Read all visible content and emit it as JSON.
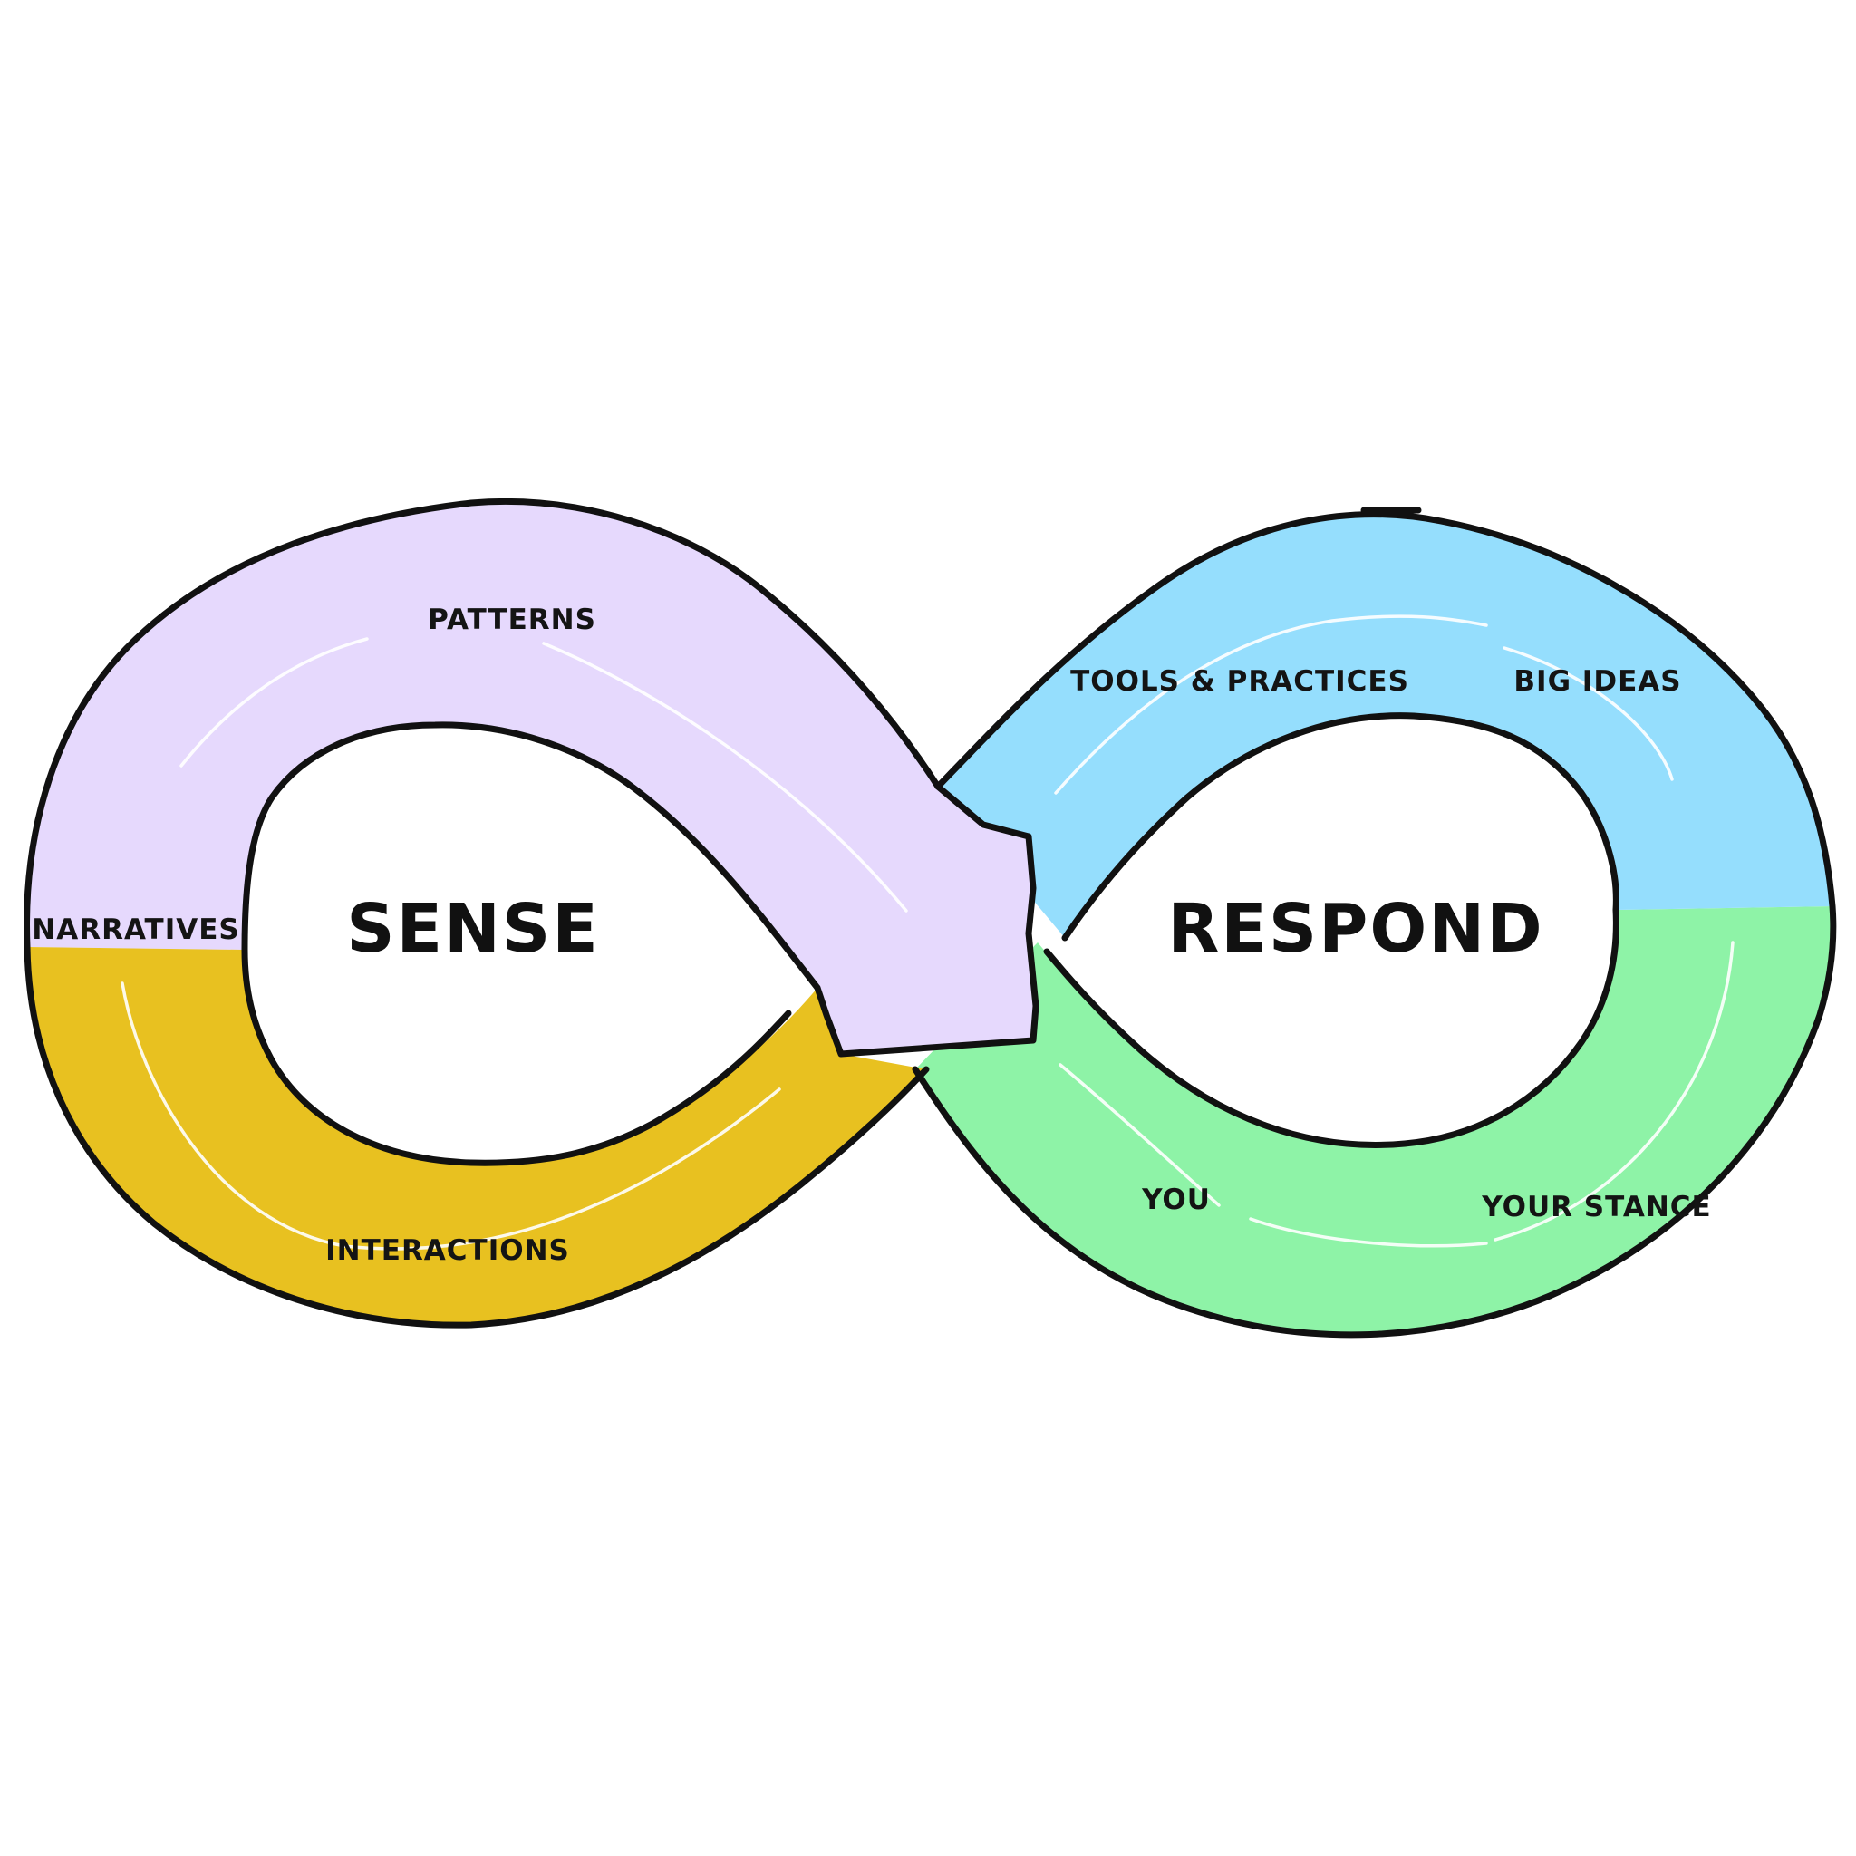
{
  "colors": {
    "patterns": "#E6D9FD",
    "interactions": "#E8C120",
    "respond_top": "#95DEFD",
    "respond_bottom": "#8EF3A7",
    "outline": "#111111",
    "background": "#FFFFFF"
  },
  "loops": {
    "sense": {
      "label": "SENSE"
    },
    "respond": {
      "label": "RESPOND"
    }
  },
  "segments": {
    "patterns": "PATTERNS",
    "narratives": "NARRATIVES",
    "interactions": "INTERACTIONS",
    "tools_practices": "TOOLS & PRACTICES",
    "big_ideas": "BIG IDEAS",
    "you": "YOU",
    "your_stance": "YOUR STANCE"
  }
}
